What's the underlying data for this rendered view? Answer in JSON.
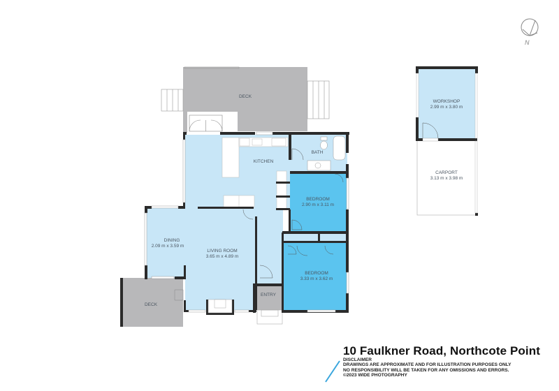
{
  "title": "10 Faulkner Road, Northcote Point",
  "disclaimer": {
    "heading": "DISCLAIMER",
    "line1": "DRAWINGS ARE APPROXIMATE AND FOR ILLUSTRATION PURPOSES ONLY",
    "line2": "NO RESPONSIBILITY WILL BE TAKEN FOR ANY OMISSIONS AND ERRORS.",
    "line3": "©2023 WIDE PHOTOGRAPHY"
  },
  "compass": {
    "label": "N",
    "icon": "north-arrow-icon"
  },
  "colors": {
    "living_fill": "#c8e6f7",
    "bedroom_fill": "#5bc4ef",
    "deck_fill": "#b8b8ba",
    "wall": "#2b2b2b",
    "accent_slash": "#3aa6dd"
  },
  "rooms": {
    "deck_top": {
      "name": "DECK",
      "dims": ""
    },
    "kitchen": {
      "name": "KITCHEN",
      "dims": ""
    },
    "bath": {
      "name": "BATH",
      "dims": ""
    },
    "bedroom1": {
      "name": "BEDROOM",
      "dims": "2.90 m x 3.11 m"
    },
    "dining": {
      "name": "DINING",
      "dims": "2.09 m x 3.59 m"
    },
    "living": {
      "name": "LIVING ROOM",
      "dims": "3.65 m x 4.89 m"
    },
    "bedroom2": {
      "name": "BEDROOM",
      "dims": "3.33 m x 3.62 m"
    },
    "deck_bottom": {
      "name": "DECK",
      "dims": ""
    },
    "entry": {
      "name": "ENTRY",
      "dims": ""
    },
    "workshop": {
      "name": "WORKSHOP",
      "dims": "2.99 m x 3.80 m"
    },
    "carport": {
      "name": "CARPORT",
      "dims": "3.13 m x 3.98 m"
    }
  }
}
